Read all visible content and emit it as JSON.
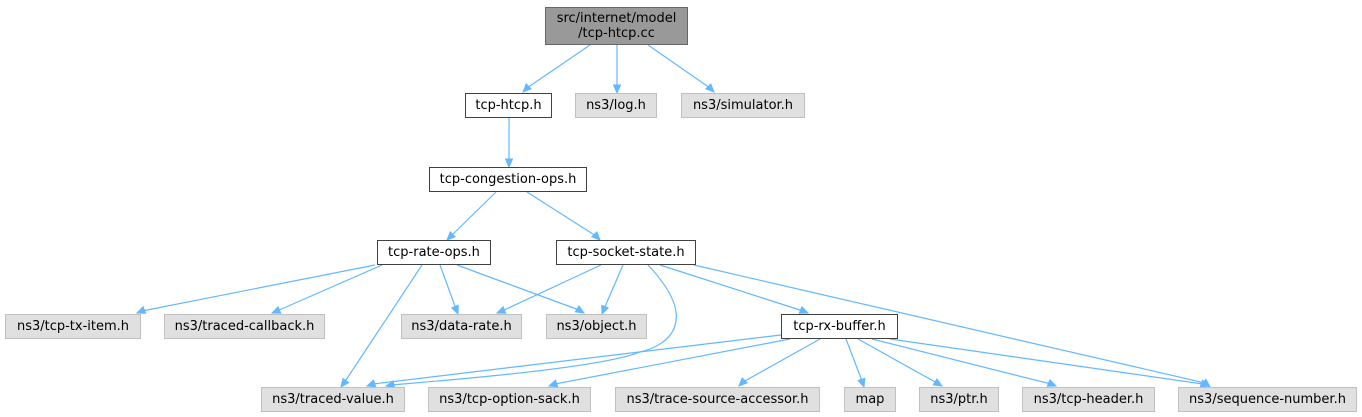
{
  "root": {
    "line1": "src/internet/model",
    "line2": "/tcp-htcp.cc"
  },
  "nodes": {
    "tcp_htcp_h": "tcp-htcp.h",
    "ns3_log_h": "ns3/log.h",
    "ns3_simulator_h": "ns3/simulator.h",
    "tcp_congestion_ops_h": "tcp-congestion-ops.h",
    "tcp_rate_ops_h": "tcp-rate-ops.h",
    "tcp_socket_state_h": "tcp-socket-state.h",
    "ns3_tcp_tx_item_h": "ns3/tcp-tx-item.h",
    "ns3_traced_callback_h": "ns3/traced-callback.h",
    "ns3_data_rate_h": "ns3/data-rate.h",
    "ns3_object_h": "ns3/object.h",
    "tcp_rx_buffer_h": "tcp-rx-buffer.h",
    "ns3_traced_value_h": "ns3/traced-value.h",
    "ns3_tcp_option_sack_h": "ns3/tcp-option-sack.h",
    "ns3_trace_source_accessor_h": "ns3/trace-source-accessor.h",
    "map": "map",
    "ns3_ptr_h": "ns3/ptr.h",
    "ns3_tcp_header_h": "ns3/tcp-header.h",
    "ns3_sequence_number_h": "ns3/sequence-number.h"
  },
  "colors": {
    "edge": "#63b8ff",
    "root_fill": "#999999",
    "local_fill": "#ffffff",
    "system_fill": "#e0e0e0"
  }
}
